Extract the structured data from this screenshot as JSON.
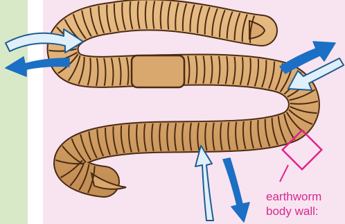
{
  "diagram": {
    "label_line1": "earthworm",
    "label_line2": "body wall:"
  },
  "colors": {
    "panel_green": "#d7e9c6",
    "divider_white": "#ffffff",
    "background_pink": "#f8e3f0",
    "worm_fill": "#d9a86e",
    "worm_outline": "#4a2a12",
    "arrow_in_fill": "#dff0fb",
    "arrow_in_stroke": "#1e5b93",
    "arrow_out_fill": "#1b6fc4",
    "highlight_magenta": "#e2218c"
  },
  "arrows": [
    {
      "name": "arrow-in-left",
      "kind": "in"
    },
    {
      "name": "arrow-out-left",
      "kind": "out"
    },
    {
      "name": "arrow-out-right",
      "kind": "out"
    },
    {
      "name": "arrow-in-right",
      "kind": "in"
    },
    {
      "name": "arrow-in-bottom",
      "kind": "in"
    },
    {
      "name": "arrow-out-bottom",
      "kind": "out"
    }
  ]
}
